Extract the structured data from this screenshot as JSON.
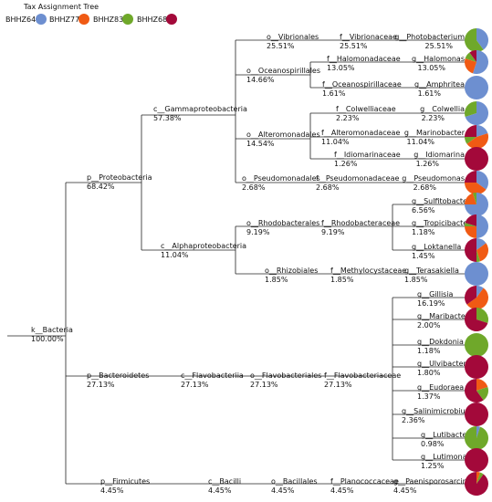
{
  "title": "Tax Assignment Tree",
  "legend": [
    {
      "name": "BHHZ64",
      "color": "#6d8fd0"
    },
    {
      "name": "BHHZ77",
      "color": "#f05a14"
    },
    {
      "name": "BHHZ83",
      "color": "#6fa82a"
    },
    {
      "name": "BHHZ68",
      "color": "#a3093a"
    }
  ],
  "tree": {
    "root": {
      "name": "k__Bacteria",
      "pct": "100.00%"
    },
    "phyla": [
      {
        "name": "p__Proteobacteria",
        "pct": "68.42%"
      },
      {
        "name": "p__Bacteroidetes",
        "pct": "27.13%"
      },
      {
        "name": "p__Firmicutes",
        "pct": "4.45%"
      }
    ],
    "classes": [
      {
        "name": "c__Gammaproteobacteria",
        "pct": "57.38%"
      },
      {
        "name": "c__Alphaproteobacteria",
        "pct": "11.04%"
      },
      {
        "name": "c__Flavobacteriia",
        "pct": "27.13%"
      },
      {
        "name": "c__Bacilli",
        "pct": "4.45%"
      }
    ],
    "orders": [
      {
        "name": "o__Vibrionales",
        "pct": "25.51%"
      },
      {
        "name": "o__Oceanospirillales",
        "pct": "14.66%"
      },
      {
        "name": "o__Alteromonadales",
        "pct": "14.54%"
      },
      {
        "name": "o__Pseudomonadales",
        "pct": "2.68%"
      },
      {
        "name": "o__Rhodobacterales",
        "pct": "9.19%"
      },
      {
        "name": "o__Rhizobiales",
        "pct": "1.85%"
      },
      {
        "name": "o__Flavobacteriales",
        "pct": "27.13%"
      },
      {
        "name": "o__Bacillales",
        "pct": "4.45%"
      }
    ],
    "families": [
      {
        "name": "f__Vibrionaceae",
        "pct": "25.51%"
      },
      {
        "name": "f__Halomonadaceae",
        "pct": "13.05%"
      },
      {
        "name": "f__Oceanospirillaceae",
        "pct": "1.61%"
      },
      {
        "name": "f__Colwelliaceae",
        "pct": "2.23%"
      },
      {
        "name": "f__Alteromonadaceae",
        "pct": "11.04%"
      },
      {
        "name": "f__Idiomarinaceae",
        "pct": "1.26%"
      },
      {
        "name": "f__Pseudomonadaceae",
        "pct": "2.68%"
      },
      {
        "name": "f__Rhodobacteraceae",
        "pct": "9.19%"
      },
      {
        "name": "f__Methylocystaceae",
        "pct": "1.85%"
      },
      {
        "name": "f__Flavobacteriaceae",
        "pct": "27.13%"
      },
      {
        "name": "f__Planococcaceae",
        "pct": "4.45%"
      }
    ],
    "genera": [
      {
        "name": "g__Photobacterium",
        "pct": "25.51%",
        "mix": [
          0.4,
          0.0,
          0.6,
          0.0
        ]
      },
      {
        "name": "g__Halomonas",
        "pct": "13.05%",
        "mix": [
          0.55,
          0.25,
          0.1,
          0.1
        ]
      },
      {
        "name": "g__Amphritea",
        "pct": "1.61%",
        "mix": [
          1.0,
          0.0,
          0.0,
          0.0
        ]
      },
      {
        "name": "g__Colwellia",
        "pct": "2.23%",
        "mix": [
          0.7,
          0.0,
          0.3,
          0.0
        ]
      },
      {
        "name": "g__Marinobacter",
        "pct": "11.04%",
        "mix": [
          0.2,
          0.45,
          0.1,
          0.25
        ]
      },
      {
        "name": "g__Idiomarina",
        "pct": "1.26%",
        "mix": [
          0.0,
          0.0,
          0.0,
          1.0
        ]
      },
      {
        "name": "g__Pseudomonas",
        "pct": "2.68%",
        "mix": [
          0.35,
          0.4,
          0.0,
          0.25
        ]
      },
      {
        "name": "g__Sulfitobacter",
        "pct": "6.56%",
        "mix": [
          0.75,
          0.2,
          0.05,
          0.0
        ]
      },
      {
        "name": "g__Tropicibacter",
        "pct": "1.18%",
        "mix": [
          0.5,
          0.25,
          0.05,
          0.2
        ]
      },
      {
        "name": "g__Loktanella",
        "pct": "1.45%",
        "mix": [
          0.15,
          0.3,
          0.05,
          0.5
        ]
      },
      {
        "name": "g__Terasakiella",
        "pct": "1.85%",
        "mix": [
          1.0,
          0.0,
          0.0,
          0.0
        ]
      },
      {
        "name": "g__Gillisia",
        "pct": "16.19%",
        "mix": [
          0.1,
          0.55,
          0.0,
          0.35
        ]
      },
      {
        "name": "g__Maribacter",
        "pct": "2.00%",
        "mix": [
          0.0,
          0.0,
          0.3,
          0.7
        ]
      },
      {
        "name": "g__Dokdonia",
        "pct": "1.18%",
        "mix": [
          0.0,
          0.0,
          1.0,
          0.0
        ]
      },
      {
        "name": "g__Ulvibacter",
        "pct": "1.80%",
        "mix": [
          0.0,
          0.0,
          0.0,
          1.0
        ]
      },
      {
        "name": "g__Eudoraea",
        "pct": "1.37%",
        "mix": [
          0.0,
          0.2,
          0.2,
          0.6
        ]
      },
      {
        "name": "g__Salinimicrobium",
        "pct": "2.36%",
        "mix": [
          0.0,
          0.0,
          0.0,
          1.0
        ]
      },
      {
        "name": "g__Lutibacter",
        "pct": "0.98%",
        "mix": [
          0.05,
          0.0,
          0.95,
          0.0
        ]
      },
      {
        "name": "g__Lutimonas",
        "pct": "1.25%",
        "mix": [
          0.0,
          0.0,
          0.0,
          1.0
        ]
      },
      {
        "name": "g__Paenisporosarcina",
        "pct": "4.45%",
        "mix": [
          0.0,
          0.05,
          0.05,
          0.9
        ]
      }
    ]
  }
}
